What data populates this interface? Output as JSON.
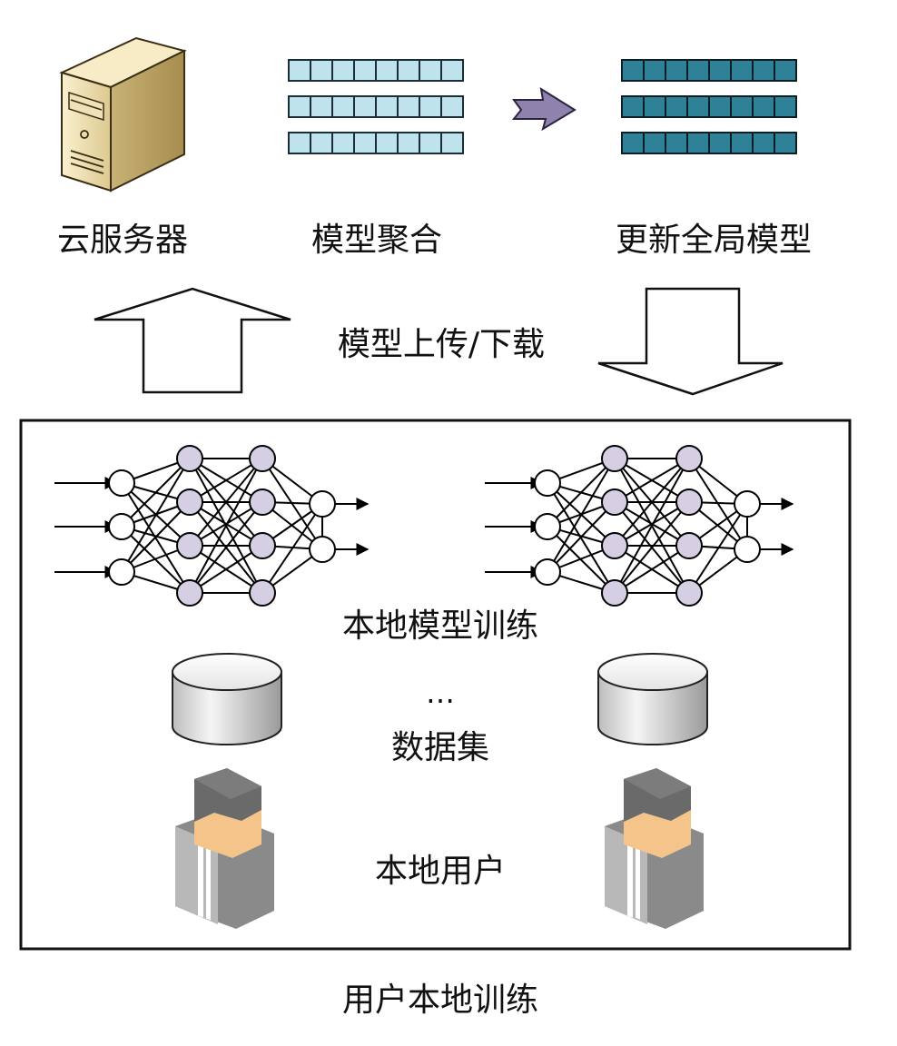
{
  "labels": {
    "cloud_server": "云服务器",
    "model_aggregation": "模型聚合",
    "update_global_model": "更新全局模型",
    "upload_download": "模型上传/下载",
    "local_training": "本地模型训练",
    "ellipsis": "…",
    "dataset": "数据集",
    "local_user": "本地用户",
    "caption": "用户本地训练"
  },
  "colors": {
    "aggregation_cell": "#bfe3ec",
    "global_cell": "#2e8196",
    "hidden_node": "#d6cfe4",
    "arrow_purple": "#8f82ad",
    "server_body": "#e6d6a8",
    "skin": "#f4c48b",
    "suit": "#8a8a8a"
  },
  "icons": {
    "server": "server-icon",
    "arrow": "right-arrow-icon",
    "database": "database-icon",
    "user": "user-icon"
  }
}
